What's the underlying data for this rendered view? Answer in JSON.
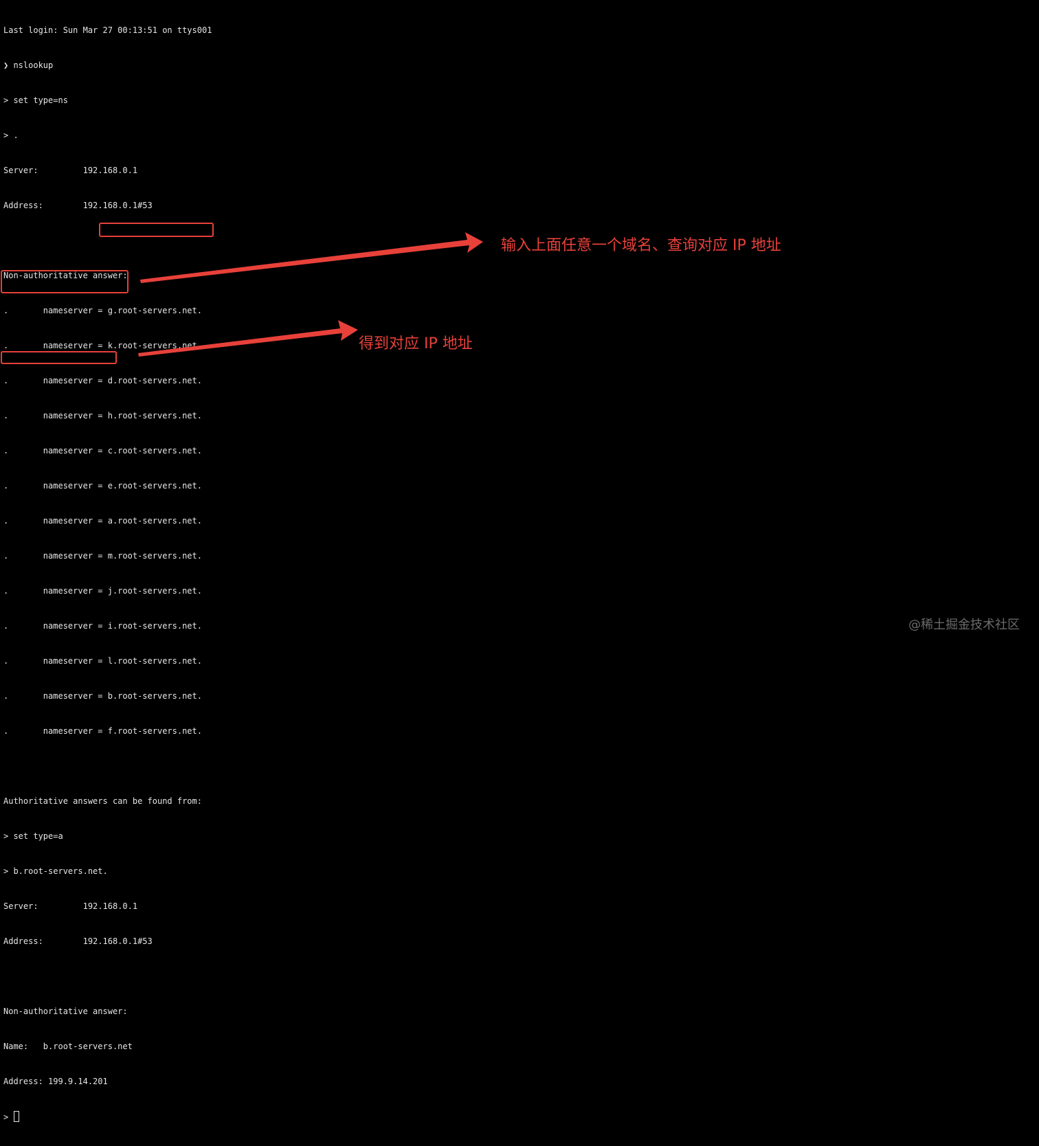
{
  "terminal": {
    "lines": [
      "Last login: Sun Mar 27 00:13:51 on ttys001",
      "❯ nslookup",
      "> set type=ns",
      "> .",
      "Server:         192.168.0.1",
      "Address:        192.168.0.1#53",
      "",
      "Non-authoritative answer:",
      ".       nameserver = g.root-servers.net.",
      ".       nameserver = k.root-servers.net.",
      ".       nameserver = d.root-servers.net.",
      ".       nameserver = h.root-servers.net.",
      ".       nameserver = c.root-servers.net.",
      ".       nameserver = e.root-servers.net.",
      ".       nameserver = a.root-servers.net.",
      ".       nameserver = m.root-servers.net.",
      ".       nameserver = j.root-servers.net.",
      ".       nameserver = i.root-servers.net.",
      ".       nameserver = l.root-servers.net.",
      ".       nameserver = b.root-servers.net.",
      ".       nameserver = f.root-servers.net.",
      "",
      "Authoritative answers can be found from:",
      "> set type=a",
      "> b.root-servers.net.",
      "Server:         192.168.0.1",
      "Address:        192.168.0.1#53",
      "",
      "Non-authoritative answer:",
      "Name:   b.root-servers.net",
      "Address: 199.9.14.201"
    ],
    "prompt": "> "
  },
  "annotations": {
    "first": "输入上面任意一个域名、查询对应 IP 地址",
    "second": "得到对应 IP 地址"
  },
  "watermark": "@稀土掘金技术社区",
  "colors": {
    "background": "#000000",
    "text": "#e6e6e6",
    "annotation": "#e8413a",
    "watermark": "#6a6a6a"
  }
}
